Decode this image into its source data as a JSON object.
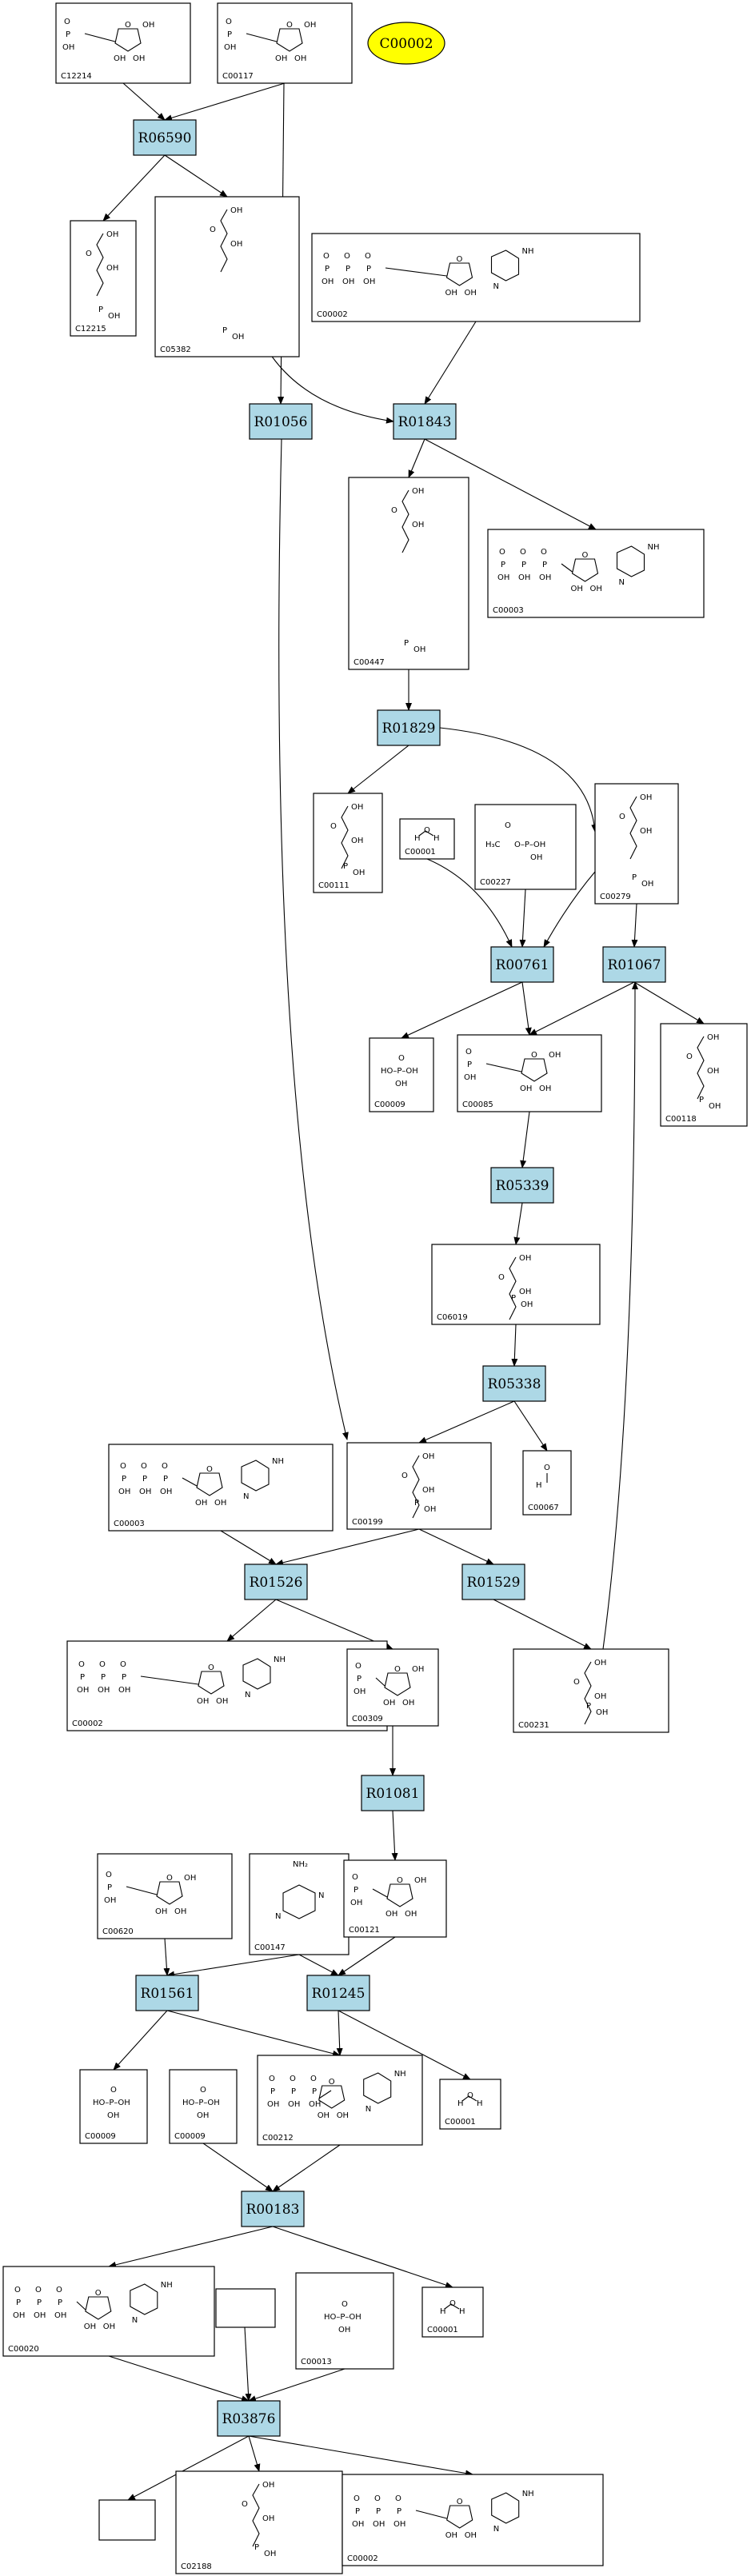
{
  "pathway": {
    "highlight": {
      "label": "C00002",
      "color": "#ffff00"
    },
    "reactions": [
      "R06590",
      "R01056",
      "R01843",
      "R01829",
      "R00761",
      "R01067",
      "R05339",
      "R05338",
      "R01526",
      "R01529",
      "R01081",
      "R01561",
      "R01245",
      "R00183",
      "R03876"
    ],
    "compounds": [
      "C12214",
      "C00117",
      "C12215",
      "C05382",
      "C00002",
      "C00003",
      "C00447",
      "C00111",
      "C00001",
      "C00227",
      "C00279",
      "C00009",
      "C00085",
      "C00118",
      "C06019",
      "C00199",
      "C00067",
      "C00003",
      "C00002",
      "C00309",
      "C00231",
      "C00620",
      "C00147",
      "C00121",
      "C00009",
      "C00009",
      "C00212",
      "C00001",
      "C00020",
      "C00013",
      "C00001",
      "C02188",
      "C00002"
    ],
    "colors": {
      "reaction_fill": "#add8e6",
      "compound_fill": "#ffffff",
      "highlight_fill": "#ffff00"
    }
  }
}
